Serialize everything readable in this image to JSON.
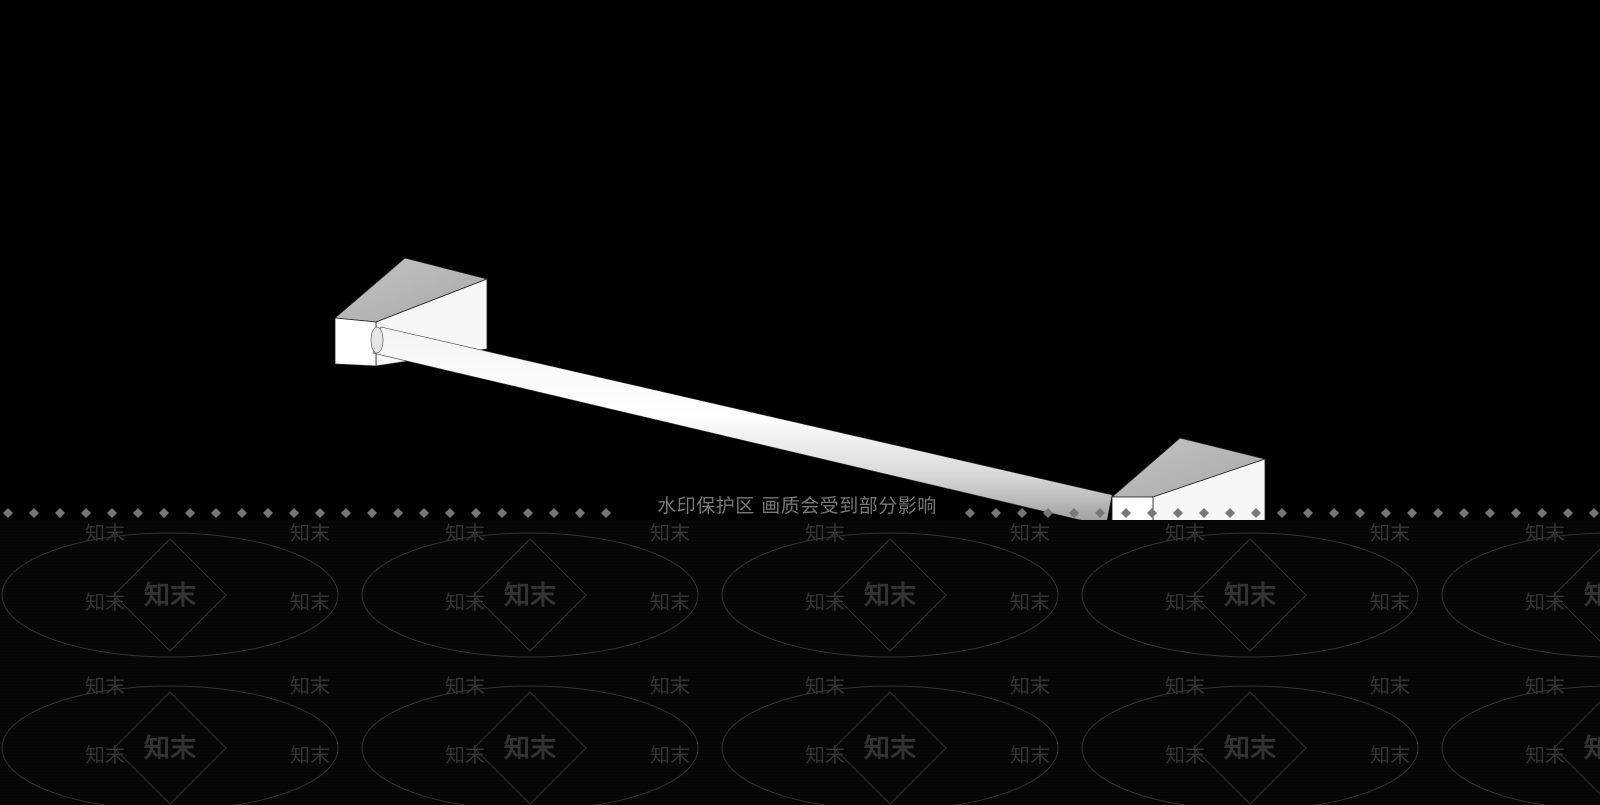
{
  "scene": {
    "subject": "towel-bar",
    "background_color": "#000000",
    "object_color": "#ffffff",
    "shade_color": "#b8b8b8"
  },
  "watermark": {
    "banner_text": "水印保护区  画质会受到部分影响",
    "brand": "知末",
    "tile_color": "#333333"
  }
}
